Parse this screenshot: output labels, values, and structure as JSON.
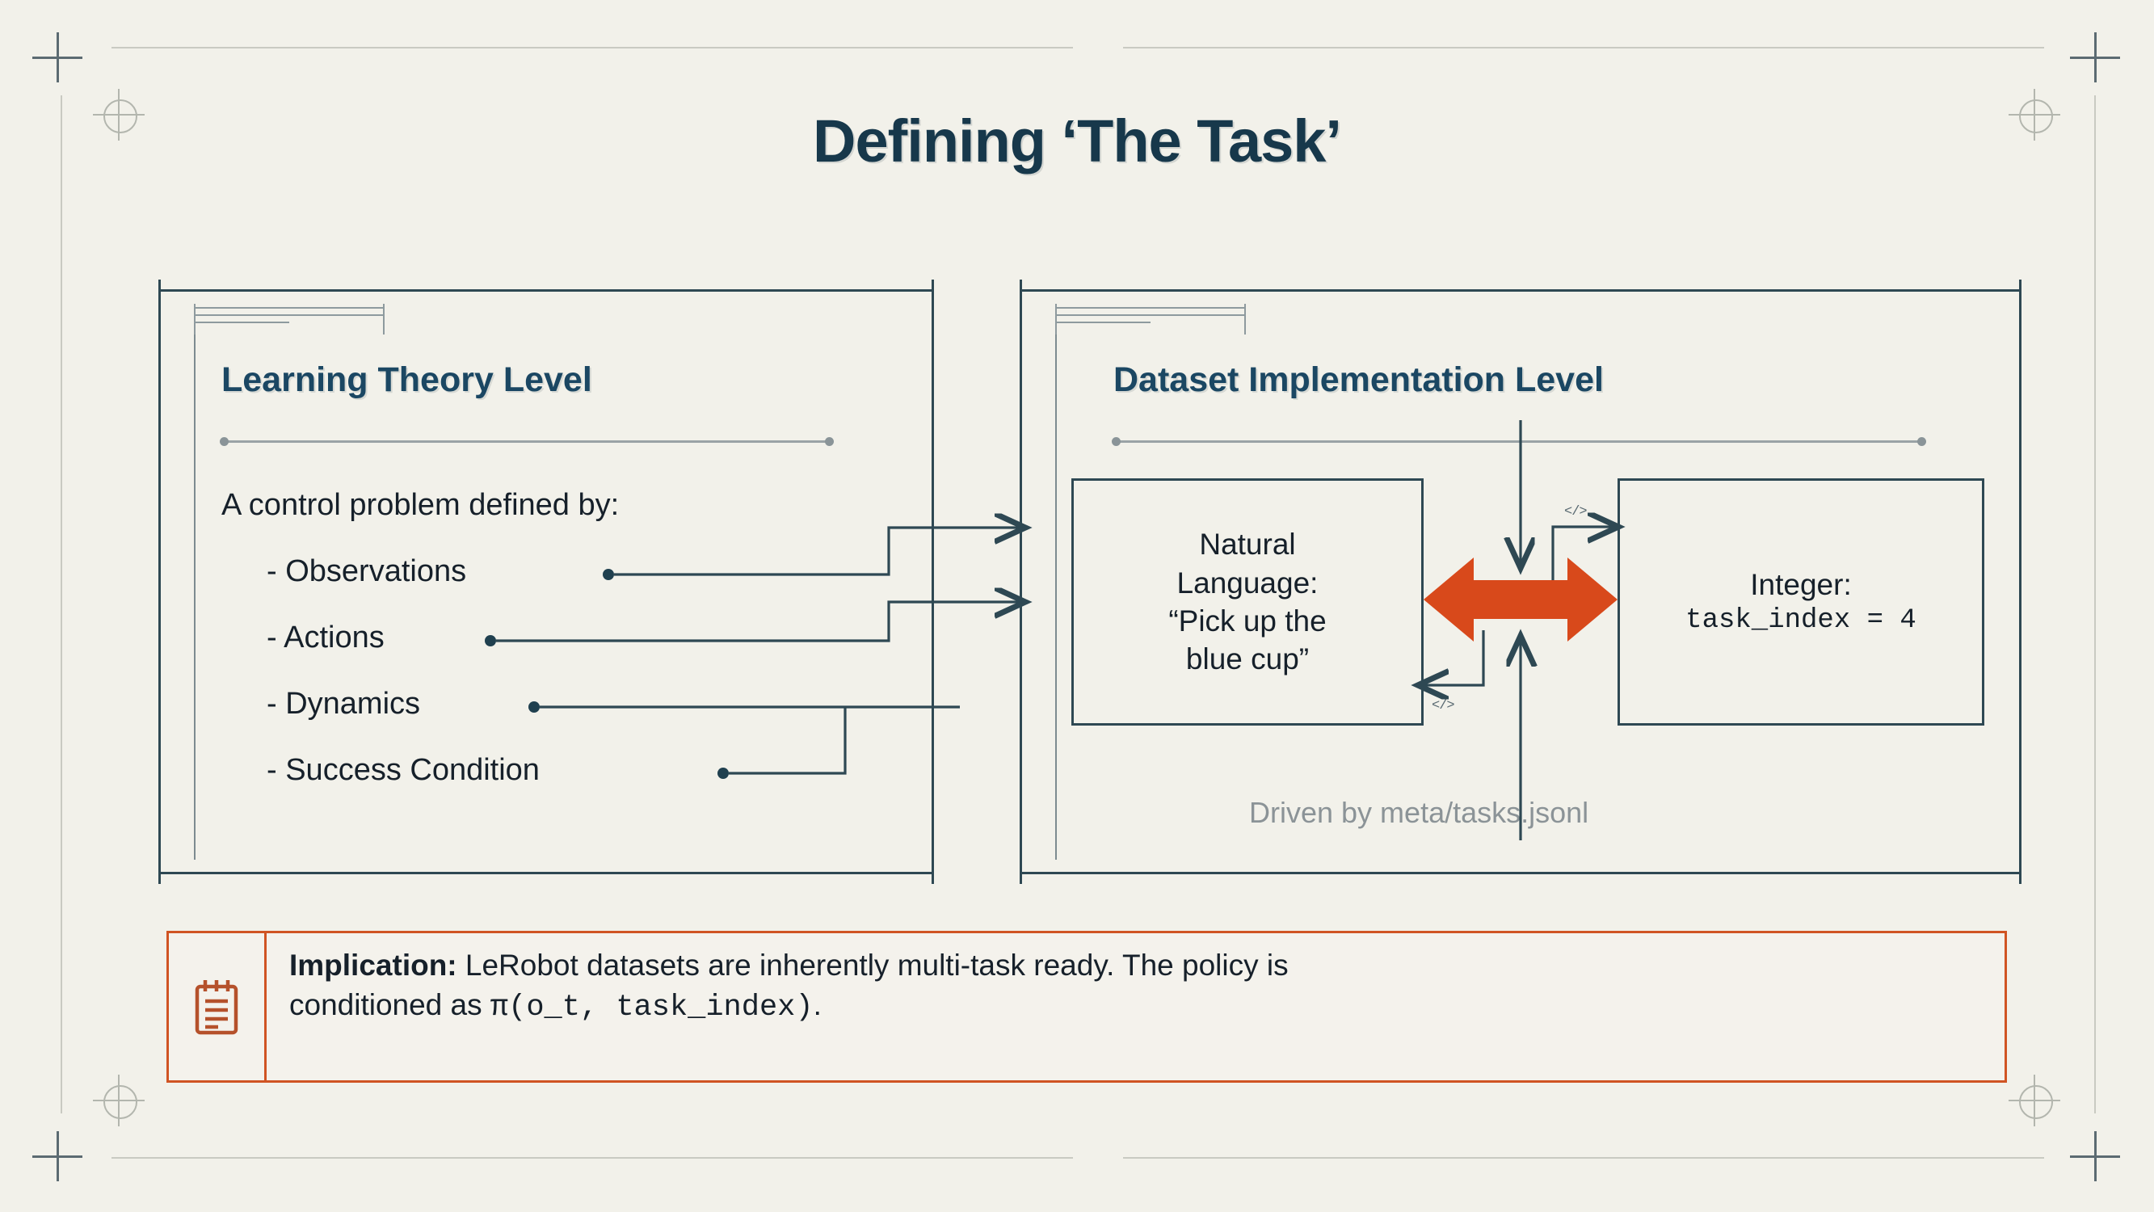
{
  "slide": {
    "title": "Defining ‘The Task’",
    "background_color": "#f2f1ea",
    "ink_color": "#17313f",
    "accent_color": "#d05423"
  },
  "left_panel": {
    "heading": "Learning Theory Level",
    "lead": "A control problem defined by:",
    "bullets": [
      {
        "label": "- Observations"
      },
      {
        "label": "- Actions"
      },
      {
        "label": "- Dynamics"
      },
      {
        "label": "- Success Condition"
      }
    ]
  },
  "right_panel": {
    "heading": "Dataset Implementation Level",
    "nodes": [
      {
        "name": "natural-language-node",
        "lines": [
          "Natural",
          "Language:",
          "“Pick up the",
          "blue cup”"
        ]
      },
      {
        "name": "integer-node",
        "lines": [
          "Integer:",
          "task_index = 4"
        ]
      }
    ],
    "exchange_arrow": "bidirectional",
    "code_tags": [
      "</>",
      "</>"
    ],
    "caption": "Driven by meta/tasks.jsonl"
  },
  "implication": {
    "icon": "notepad-icon",
    "label": "Implication:",
    "line1_rest": " LeRobot datasets are inherently multi-task ready. The policy is",
    "line2_prefix": "conditioned as ",
    "line2_formula": "π(o_t, task_index)",
    "line2_suffix": "."
  }
}
